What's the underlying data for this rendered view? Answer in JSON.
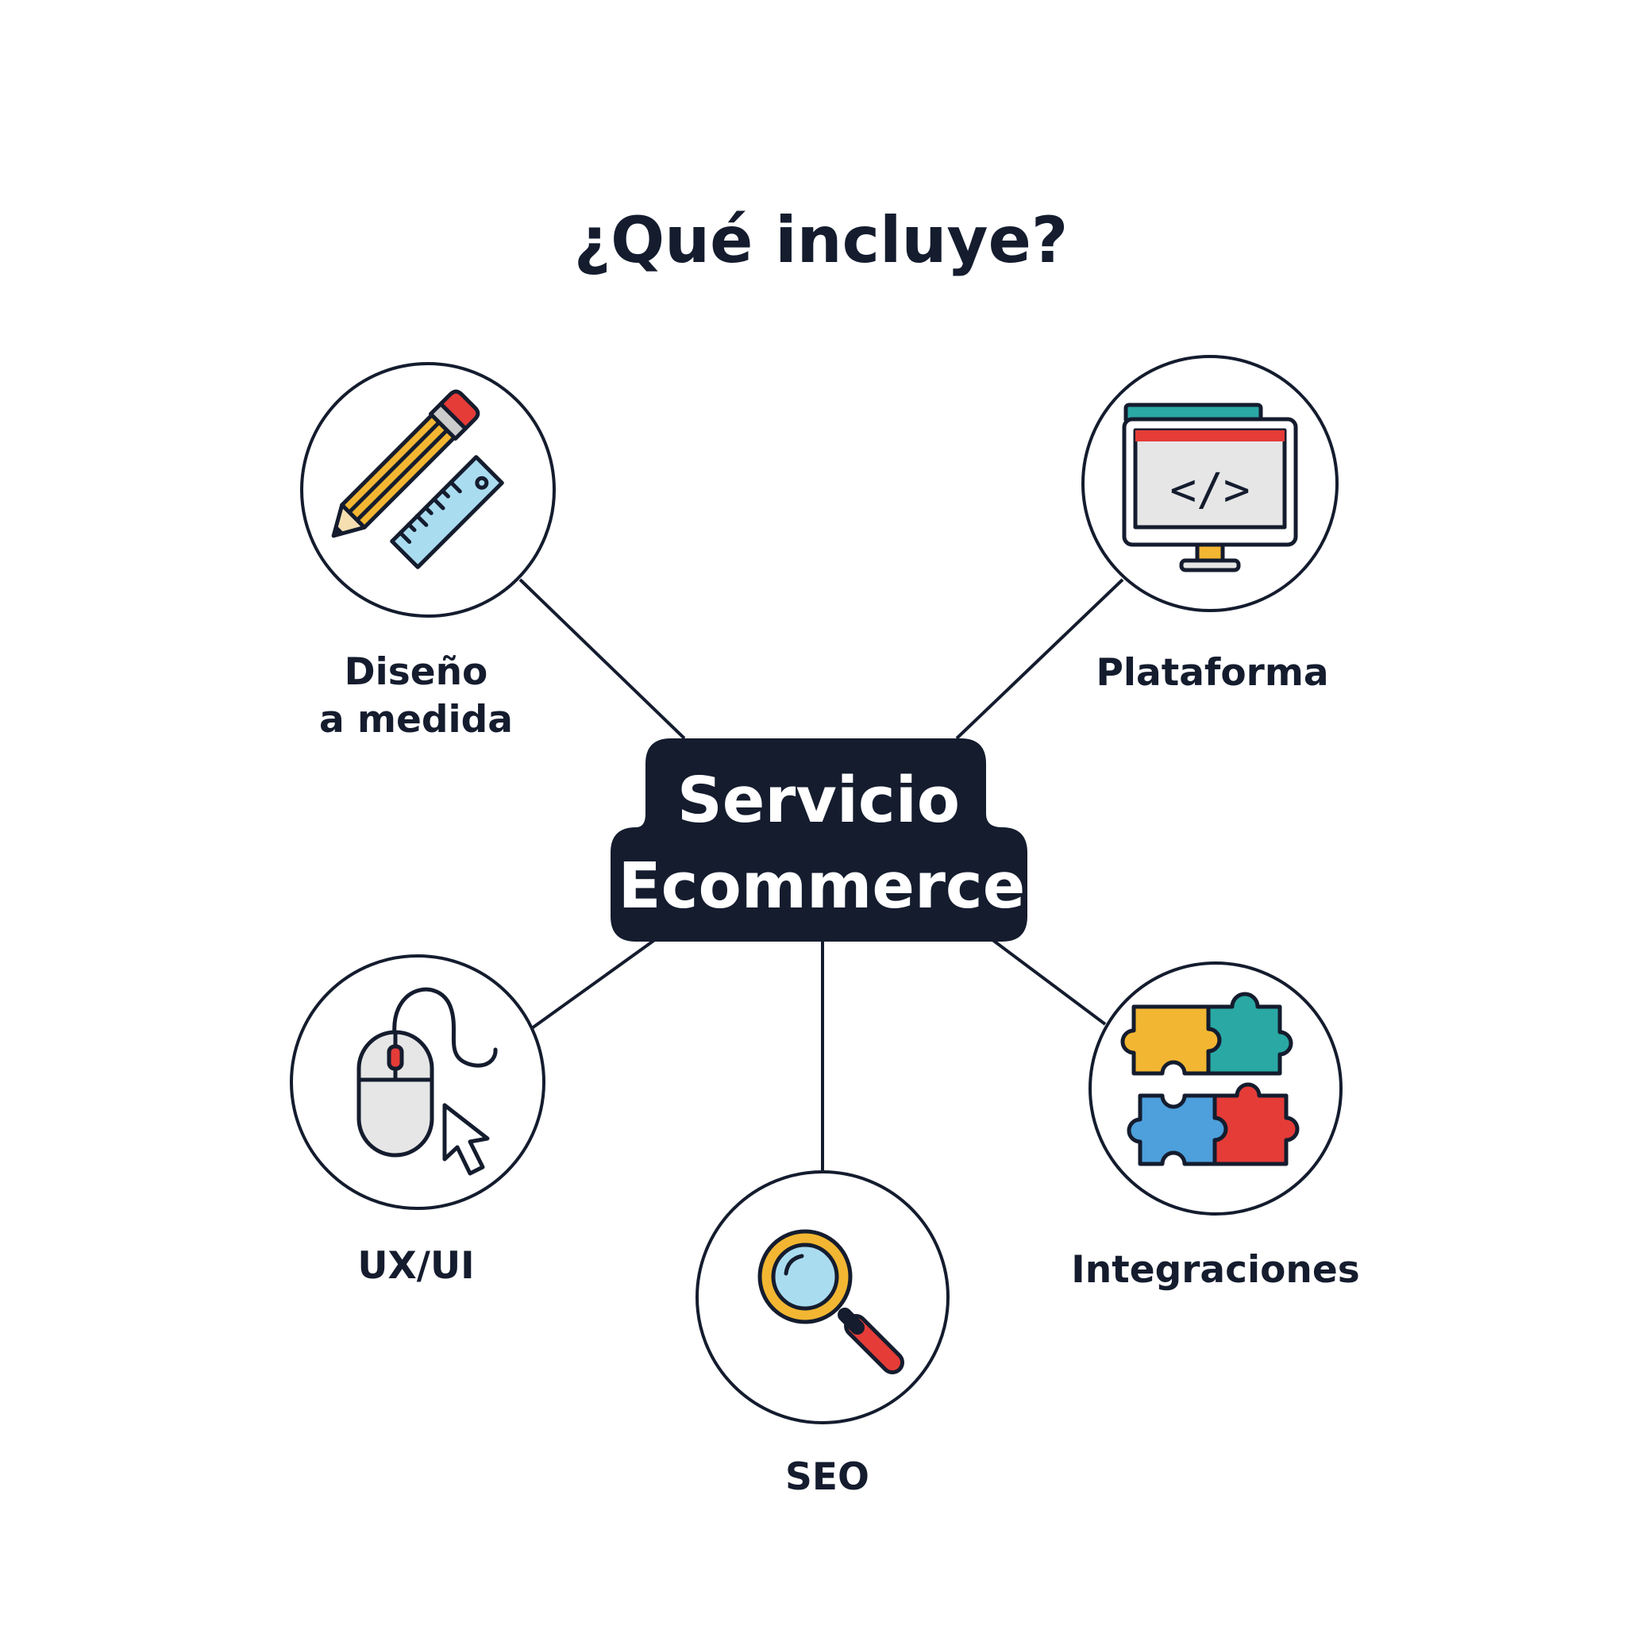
{
  "title": "¿Qué incluye?",
  "center": {
    "line1": "Servicio",
    "line2": "Ecommerce",
    "bg_color": "#141c2e"
  },
  "nodes": [
    {
      "id": "diseno",
      "label_line1": "Diseño",
      "label_line2": "a medida",
      "icon": "pencil-ruler-icon"
    },
    {
      "id": "plataforma",
      "label_line1": "Plataforma",
      "icon": "code-monitor-icon"
    },
    {
      "id": "uxui",
      "label_line1": "UX/UI",
      "icon": "mouse-cursor-icon"
    },
    {
      "id": "seo",
      "label_line1": "SEO",
      "icon": "magnifier-icon"
    },
    {
      "id": "integraciones",
      "label_line1": "Integraciones",
      "icon": "puzzle-icon"
    }
  ],
  "icon_code_text": "</>",
  "colors": {
    "ink": "#141c2e",
    "yellow": "#f2b632",
    "teal": "#2aa8a4",
    "blue": "#4da0dc",
    "red": "#e53c38",
    "light_blue": "#aadcf0",
    "grey": "#e6e6e6"
  }
}
